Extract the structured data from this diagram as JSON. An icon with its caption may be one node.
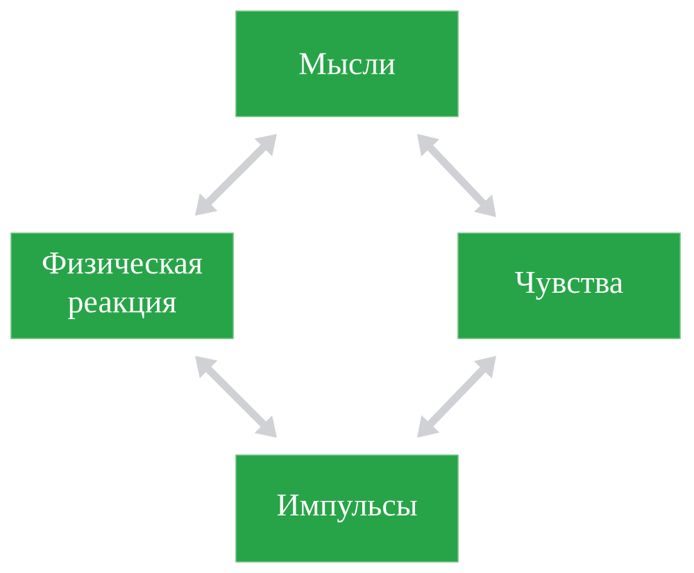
{
  "diagram": {
    "nodes": [
      {
        "text": [
          "Мысли"
        ]
      },
      {
        "text": [
          "Физическая реакция"
        ]
      },
      {
        "text": [
          "Чувства"
        ]
      },
      {
        "text": [
          "Импульсы"
        ]
      }
    ],
    "edges": [
      {
        "from": 0,
        "to": 1,
        "arrow": "both"
      },
      {
        "from": 0,
        "to": 2,
        "arrow": "both"
      },
      {
        "from": 1,
        "to": 3,
        "arrow": "both"
      },
      {
        "from": 2,
        "to": 3,
        "arrow": "both"
      }
    ]
  }
}
